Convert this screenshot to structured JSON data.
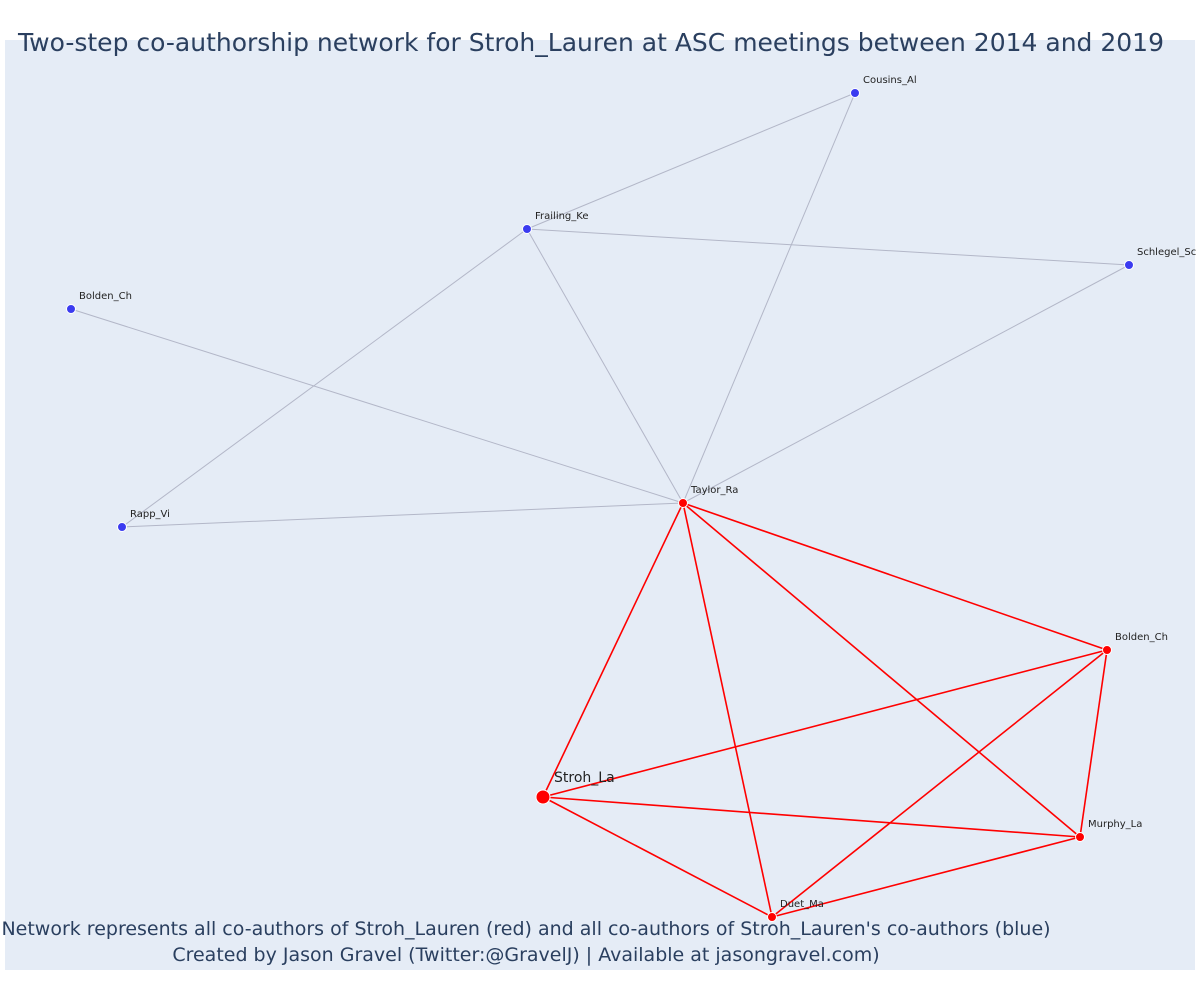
{
  "title": "Two-step co-authorship network for Stroh_Lauren at ASC meetings between 2014 and 2019",
  "captions": [
    "Network represents all co-authors of Stroh_Lauren (red) and all co-authors of Stroh_Lauren's co-authors (blue)",
    "Created by Jason Gravel (Twitter:@GravelJ) | Available at jasongravel.com)"
  ],
  "colors": {
    "background": "#e5ecf6",
    "first_step": "#ff0000",
    "second_step": "#3b3bf0",
    "second_step_edge": "#b3b7c8",
    "text": "#2a3f5f"
  },
  "chart_data": {
    "type": "network",
    "nodes": [
      {
        "id": "stroh",
        "label": "Stroh_La",
        "group": "focal"
      },
      {
        "id": "taylor",
        "label": "Taylor_Ra",
        "group": "first_step"
      },
      {
        "id": "bolden_red",
        "label": "Bolden_Ch",
        "group": "first_step"
      },
      {
        "id": "murphy",
        "label": "Murphy_La",
        "group": "first_step"
      },
      {
        "id": "duet",
        "label": "Duet_Ma",
        "group": "first_step"
      },
      {
        "id": "cousins",
        "label": "Cousins_Al",
        "group": "second_step"
      },
      {
        "id": "frailing",
        "label": "Frailing_Ke",
        "group": "second_step"
      },
      {
        "id": "schlegel",
        "label": "Schlegel_Sc",
        "group": "second_step"
      },
      {
        "id": "bolden_blue",
        "label": "Bolden_Ch",
        "group": "second_step"
      },
      {
        "id": "rapp",
        "label": "Rapp_Vi",
        "group": "second_step"
      }
    ],
    "edges": [
      {
        "source": "stroh",
        "target": "taylor",
        "type": "first_step"
      },
      {
        "source": "stroh",
        "target": "bolden_red",
        "type": "first_step"
      },
      {
        "source": "stroh",
        "target": "murphy",
        "type": "first_step"
      },
      {
        "source": "stroh",
        "target": "duet",
        "type": "first_step"
      },
      {
        "source": "taylor",
        "target": "bolden_red",
        "type": "first_step"
      },
      {
        "source": "taylor",
        "target": "murphy",
        "type": "first_step"
      },
      {
        "source": "taylor",
        "target": "duet",
        "type": "first_step"
      },
      {
        "source": "bolden_red",
        "target": "murphy",
        "type": "first_step"
      },
      {
        "source": "bolden_red",
        "target": "duet",
        "type": "first_step"
      },
      {
        "source": "murphy",
        "target": "duet",
        "type": "first_step"
      },
      {
        "source": "taylor",
        "target": "cousins",
        "type": "second_step"
      },
      {
        "source": "taylor",
        "target": "frailing",
        "type": "second_step"
      },
      {
        "source": "taylor",
        "target": "schlegel",
        "type": "second_step"
      },
      {
        "source": "taylor",
        "target": "bolden_blue",
        "type": "second_step"
      },
      {
        "source": "taylor",
        "target": "rapp",
        "type": "second_step"
      },
      {
        "source": "frailing",
        "target": "cousins",
        "type": "second_step"
      },
      {
        "source": "frailing",
        "target": "schlegel",
        "type": "second_step"
      },
      {
        "source": "frailing",
        "target": "rapp",
        "type": "second_step"
      }
    ]
  }
}
